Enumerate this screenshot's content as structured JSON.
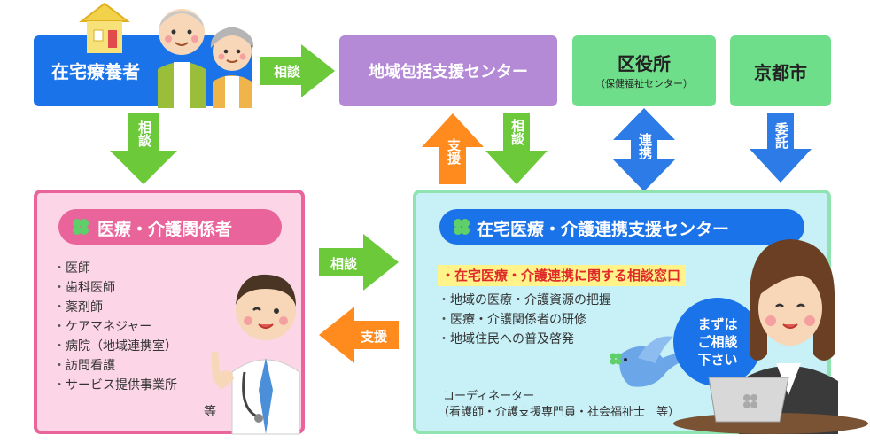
{
  "top": {
    "patient_label": "在宅療養者",
    "consult_arrow_label": "相談",
    "houkatsu_label": "地域包括支援センター",
    "ward_label": "区役所",
    "ward_sub": "（保健福祉センター）",
    "city_label": "京都市"
  },
  "vertical_arrows": {
    "patient_down": "相談",
    "support_up": "支援",
    "consult_down": "相談",
    "renkei": "連携",
    "itaku": "委託"
  },
  "left_panel": {
    "title": "医療・介護関係者",
    "items": [
      "医師",
      "歯科医師",
      "薬剤師",
      "ケアマネジャー",
      "病院（地域連携室）",
      "訪問看護",
      "サービス提供事業所"
    ],
    "etc": "等"
  },
  "middle_arrows": {
    "consult": "相談",
    "support": "支援"
  },
  "right_panel": {
    "title": "在宅医療・介護連携支援センター",
    "highlight": "在宅医療・介護連携に関する相談窓口",
    "items": [
      "地域の医療・介護資源の把握",
      "医療・介護関係者の研修",
      "地域住民への普及啓発"
    ],
    "bubble": [
      "まずは",
      "ご相談",
      "下さい"
    ],
    "coordinator_title": "コーディネーター",
    "coordinator_detail": "（看護師・介護支援専門員・社会福祉士　等）"
  },
  "colors": {
    "blue": "#1a73e8",
    "purple": "#b48ad6",
    "green": "#6ede8a",
    "pink_bg": "#fcd6e6",
    "pink_border": "#e8649a",
    "cyan_bg": "#c7f0f7",
    "cyan_border": "#8fe3b0",
    "arrow_green": "#6cc93a",
    "arrow_orange": "#ff8a1e",
    "arrow_blue": "#2d7be6",
    "highlight_text": "#e02a2a",
    "highlight_bg": "#fff38a"
  }
}
